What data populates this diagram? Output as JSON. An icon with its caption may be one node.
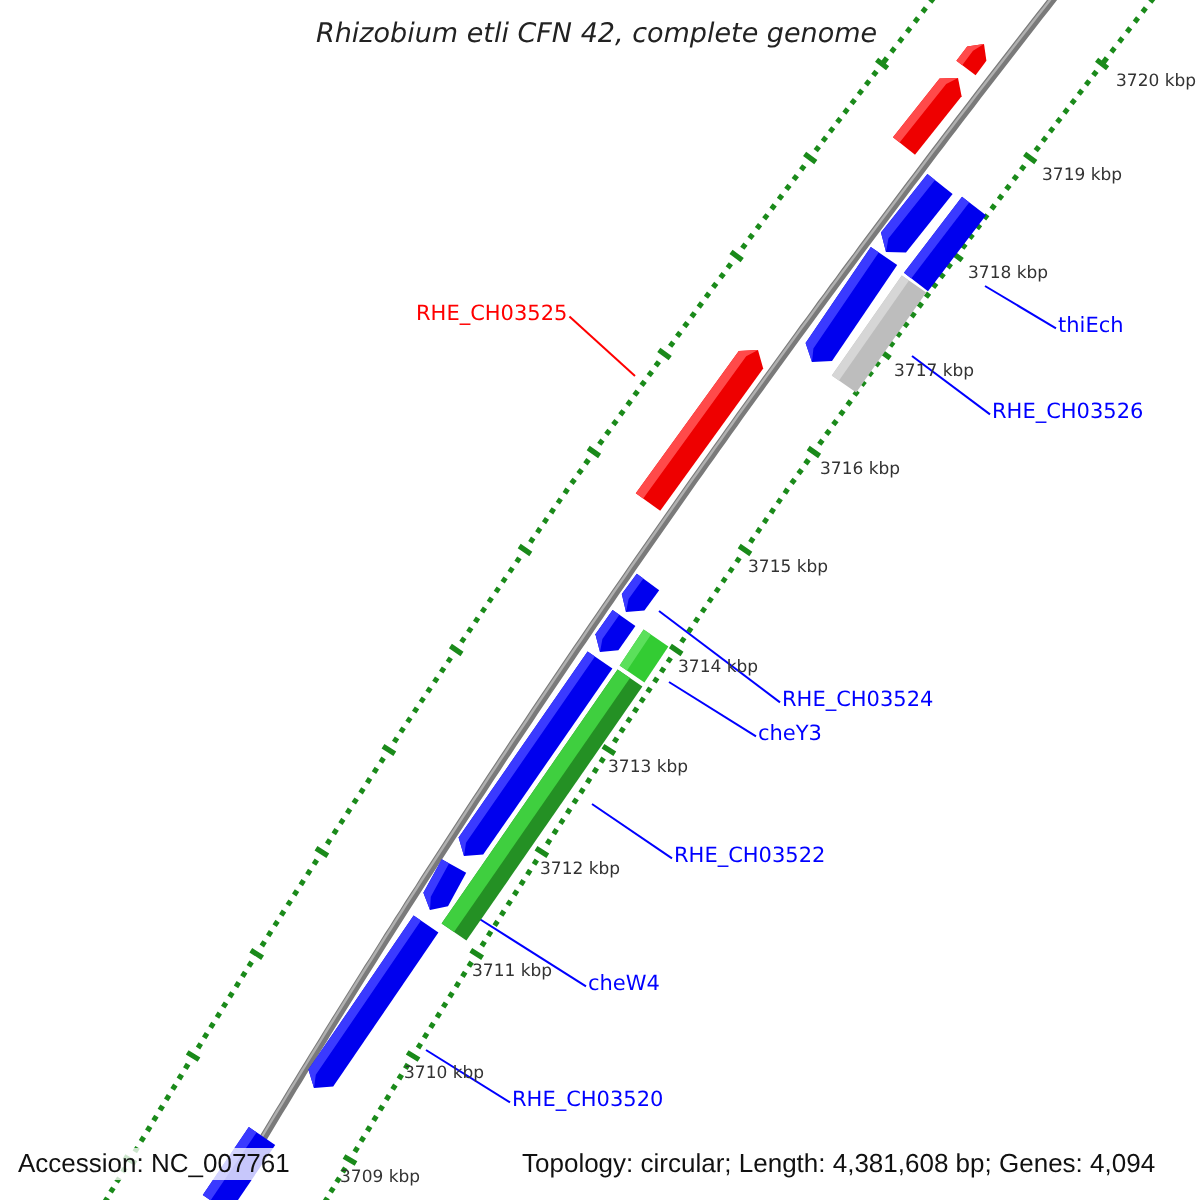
{
  "diagram": {
    "title": "Rhizobium etli CFN 42, complete genome",
    "nodes": [
      {
        "text": [
          "RHE_CH03525"
        ]
      },
      {
        "text": [
          "thiEch"
        ]
      },
      {
        "text": [
          "RHE_CH03526"
        ]
      },
      {
        "text": [
          "RHE_CH03524"
        ]
      },
      {
        "text": [
          "cheY3"
        ]
      },
      {
        "text": [
          "RHE_CH03522"
        ]
      },
      {
        "text": [
          "cheW4"
        ]
      },
      {
        "text": [
          "RHE_CH03520"
        ]
      },
      {
        "text": [],
        "shape": "arrow"
      },
      {
        "text": [],
        "shape": "arrow"
      },
      {
        "text": [],
        "shape": "arrow"
      },
      {
        "text": [],
        "shape": "bar"
      },
      {
        "text": [],
        "shape": "arrow"
      },
      {
        "text": [],
        "shape": "bar"
      },
      {
        "text": [],
        "shape": "arrow"
      },
      {
        "text": [],
        "shape": "arrow"
      },
      {
        "text": [],
        "shape": "arrow"
      },
      {
        "text": [],
        "shape": "bar"
      },
      {
        "text": [],
        "shape": "bar"
      },
      {
        "text": [],
        "shape": "arrow"
      },
      {
        "text": [],
        "shape": "arrow"
      },
      {
        "text": [],
        "shape": "arrow"
      },
      {
        "text": [],
        "shape": "bar"
      }
    ],
    "edges": [
      {
        "from": 0,
        "to": 14,
        "arrow": "none",
        "color": "#ff0000"
      },
      {
        "from": 1,
        "to": 11,
        "arrow": "none"
      },
      {
        "from": 2,
        "to": 13,
        "arrow": "none"
      },
      {
        "from": 3,
        "to": 15,
        "arrow": "none"
      },
      {
        "from": 4,
        "to": 17,
        "arrow": "none"
      },
      {
        "from": 5,
        "to": 18,
        "arrow": "none"
      },
      {
        "from": 6,
        "to": 18,
        "arrow": "none"
      },
      {
        "from": 7,
        "to": 21,
        "arrow": "none"
      }
    ],
    "labels": [
      "3720 kbp",
      "3719 kbp",
      "3718 kbp",
      "3717 kbp",
      "3716 kbp",
      "3715 kbp",
      "3714 kbp",
      "3713 kbp",
      "3712 kbp",
      "3711 kbp",
      "3710 kbp",
      "3709 kbp",
      "Accession: NC_007761",
      "Topology: circular; Length: 4,381,608 bp; Genes: 4,094"
    ]
  }
}
